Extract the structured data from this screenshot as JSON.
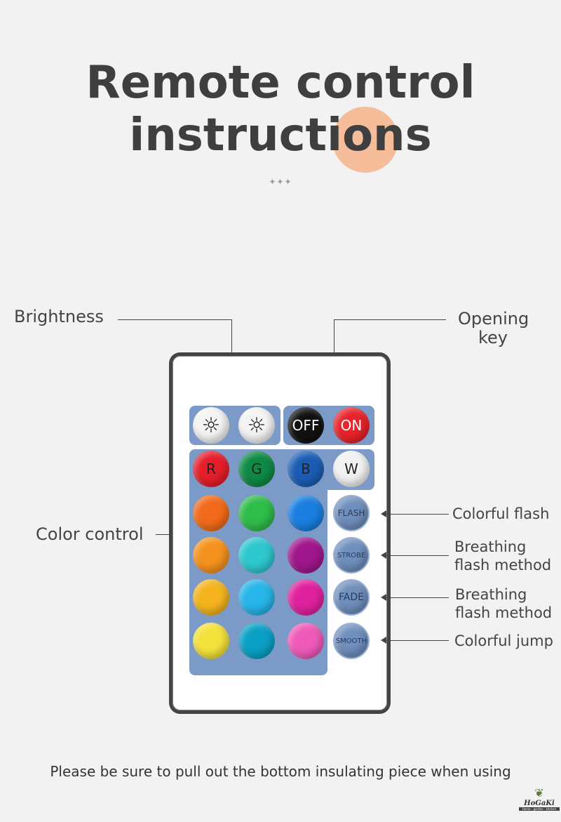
{
  "title": {
    "line1": "Remote control",
    "line2": "instructions",
    "ornament": "✦✦✦"
  },
  "labels": {
    "brightness": "Brightness",
    "opening_key_1": "Opening",
    "opening_key_2": "key",
    "color_control": "Color control",
    "colorful_flash": "Colorful flash",
    "breathing_1a": "Breathing",
    "breathing_1b": "flash method",
    "breathing_2a": "Breathing",
    "breathing_2b": "flash method",
    "colorful_jump": "Colorful jump"
  },
  "buttons": {
    "bright_up": "☼",
    "bright_down": "☼",
    "off": "OFF",
    "on": "ON",
    "r": "R",
    "g": "G",
    "b": "B",
    "w": "W",
    "flash": "FLASH",
    "strobe": "STROBE",
    "fade": "FADE",
    "smooth": "SMOOTH"
  },
  "color_grid": [
    [
      "#f26a1b",
      "#2fbd4a",
      "#1a7fe0"
    ],
    [
      "#f5921e",
      "#2ec8cf",
      "#a0168c"
    ],
    [
      "#f5b41e",
      "#27b5ea",
      "#e0219e"
    ],
    [
      "#f3e23a",
      "#0aa0c6",
      "#ef5aba"
    ]
  ],
  "footer": "Please be sure to pull out the bottom insulating piece when using",
  "logo": {
    "name": "HoGaKi",
    "tagline": "Home - garden - kitchen"
  }
}
